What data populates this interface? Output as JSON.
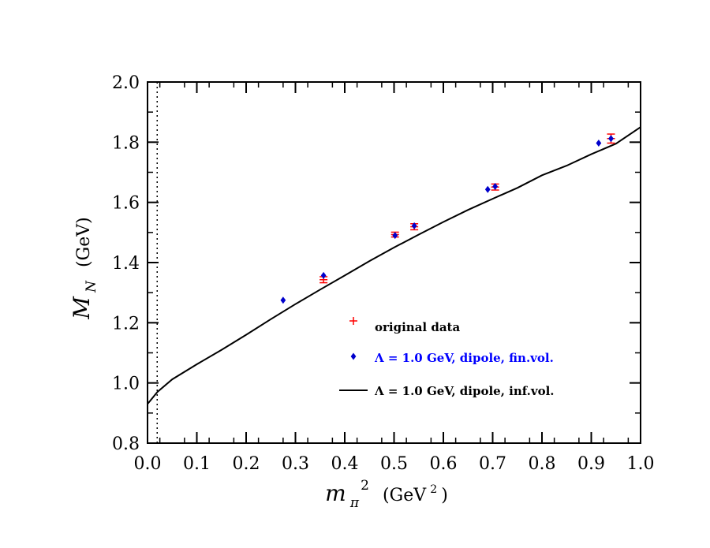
{
  "chart_data": {
    "type": "scatter",
    "xlabel": {
      "symbol": "m",
      "sub": "π",
      "sup": "2",
      "unit_pre": "(GeV",
      "unit_sup": "2",
      "unit_post": ")"
    },
    "ylabel": {
      "symbol": "M",
      "sub": "N",
      "unit": "(GeV)"
    },
    "xlim": [
      0.0,
      1.0
    ],
    "ylim": [
      0.8,
      2.0
    ],
    "x_ticks": [
      "0.0",
      "0.1",
      "0.2",
      "0.3",
      "0.4",
      "0.5",
      "0.6",
      "0.7",
      "0.8",
      "0.9",
      "1.0"
    ],
    "y_ticks": [
      "0.8",
      "1.0",
      "1.2",
      "1.4",
      "1.6",
      "1.8",
      "2.0"
    ],
    "grid": false,
    "legend_position": "lower-right",
    "vline": {
      "x": 0.0196,
      "style": "dotted",
      "color": "#000000"
    },
    "series": [
      {
        "name": "original data",
        "marker": "cross-errorbar",
        "color": "#ff0000",
        "x": [
          0.357,
          0.502,
          0.541,
          0.705,
          0.94
        ],
        "y": [
          1.343,
          1.493,
          1.519,
          1.651,
          1.812
        ],
        "err": [
          0.01,
          0.008,
          0.01,
          0.01,
          0.015
        ]
      },
      {
        "name": "Λ = 1.0 GeV, dipole, fin.vol.",
        "marker": "diamond",
        "color": "#0000cc",
        "label_color": "#0000ff",
        "x": [
          0.275,
          0.357,
          0.502,
          0.541,
          0.69,
          0.705,
          0.915,
          0.94
        ],
        "y": [
          1.275,
          1.357,
          1.49,
          1.522,
          1.643,
          1.653,
          1.797,
          1.812
        ]
      },
      {
        "name": "Λ = 1.0 GeV, dipole, inf.vol.",
        "marker": "line",
        "color": "#000000",
        "x": [
          0.0,
          0.02,
          0.05,
          0.1,
          0.15,
          0.2,
          0.25,
          0.3,
          0.35,
          0.4,
          0.45,
          0.5,
          0.55,
          0.6,
          0.65,
          0.7,
          0.75,
          0.8,
          0.85,
          0.9,
          0.95,
          1.0
        ],
        "y": [
          0.93,
          0.97,
          1.012,
          1.062,
          1.11,
          1.16,
          1.212,
          1.262,
          1.31,
          1.357,
          1.405,
          1.45,
          1.493,
          1.535,
          1.575,
          1.612,
          1.648,
          1.69,
          1.722,
          1.76,
          1.795,
          1.85
        ]
      }
    ]
  }
}
